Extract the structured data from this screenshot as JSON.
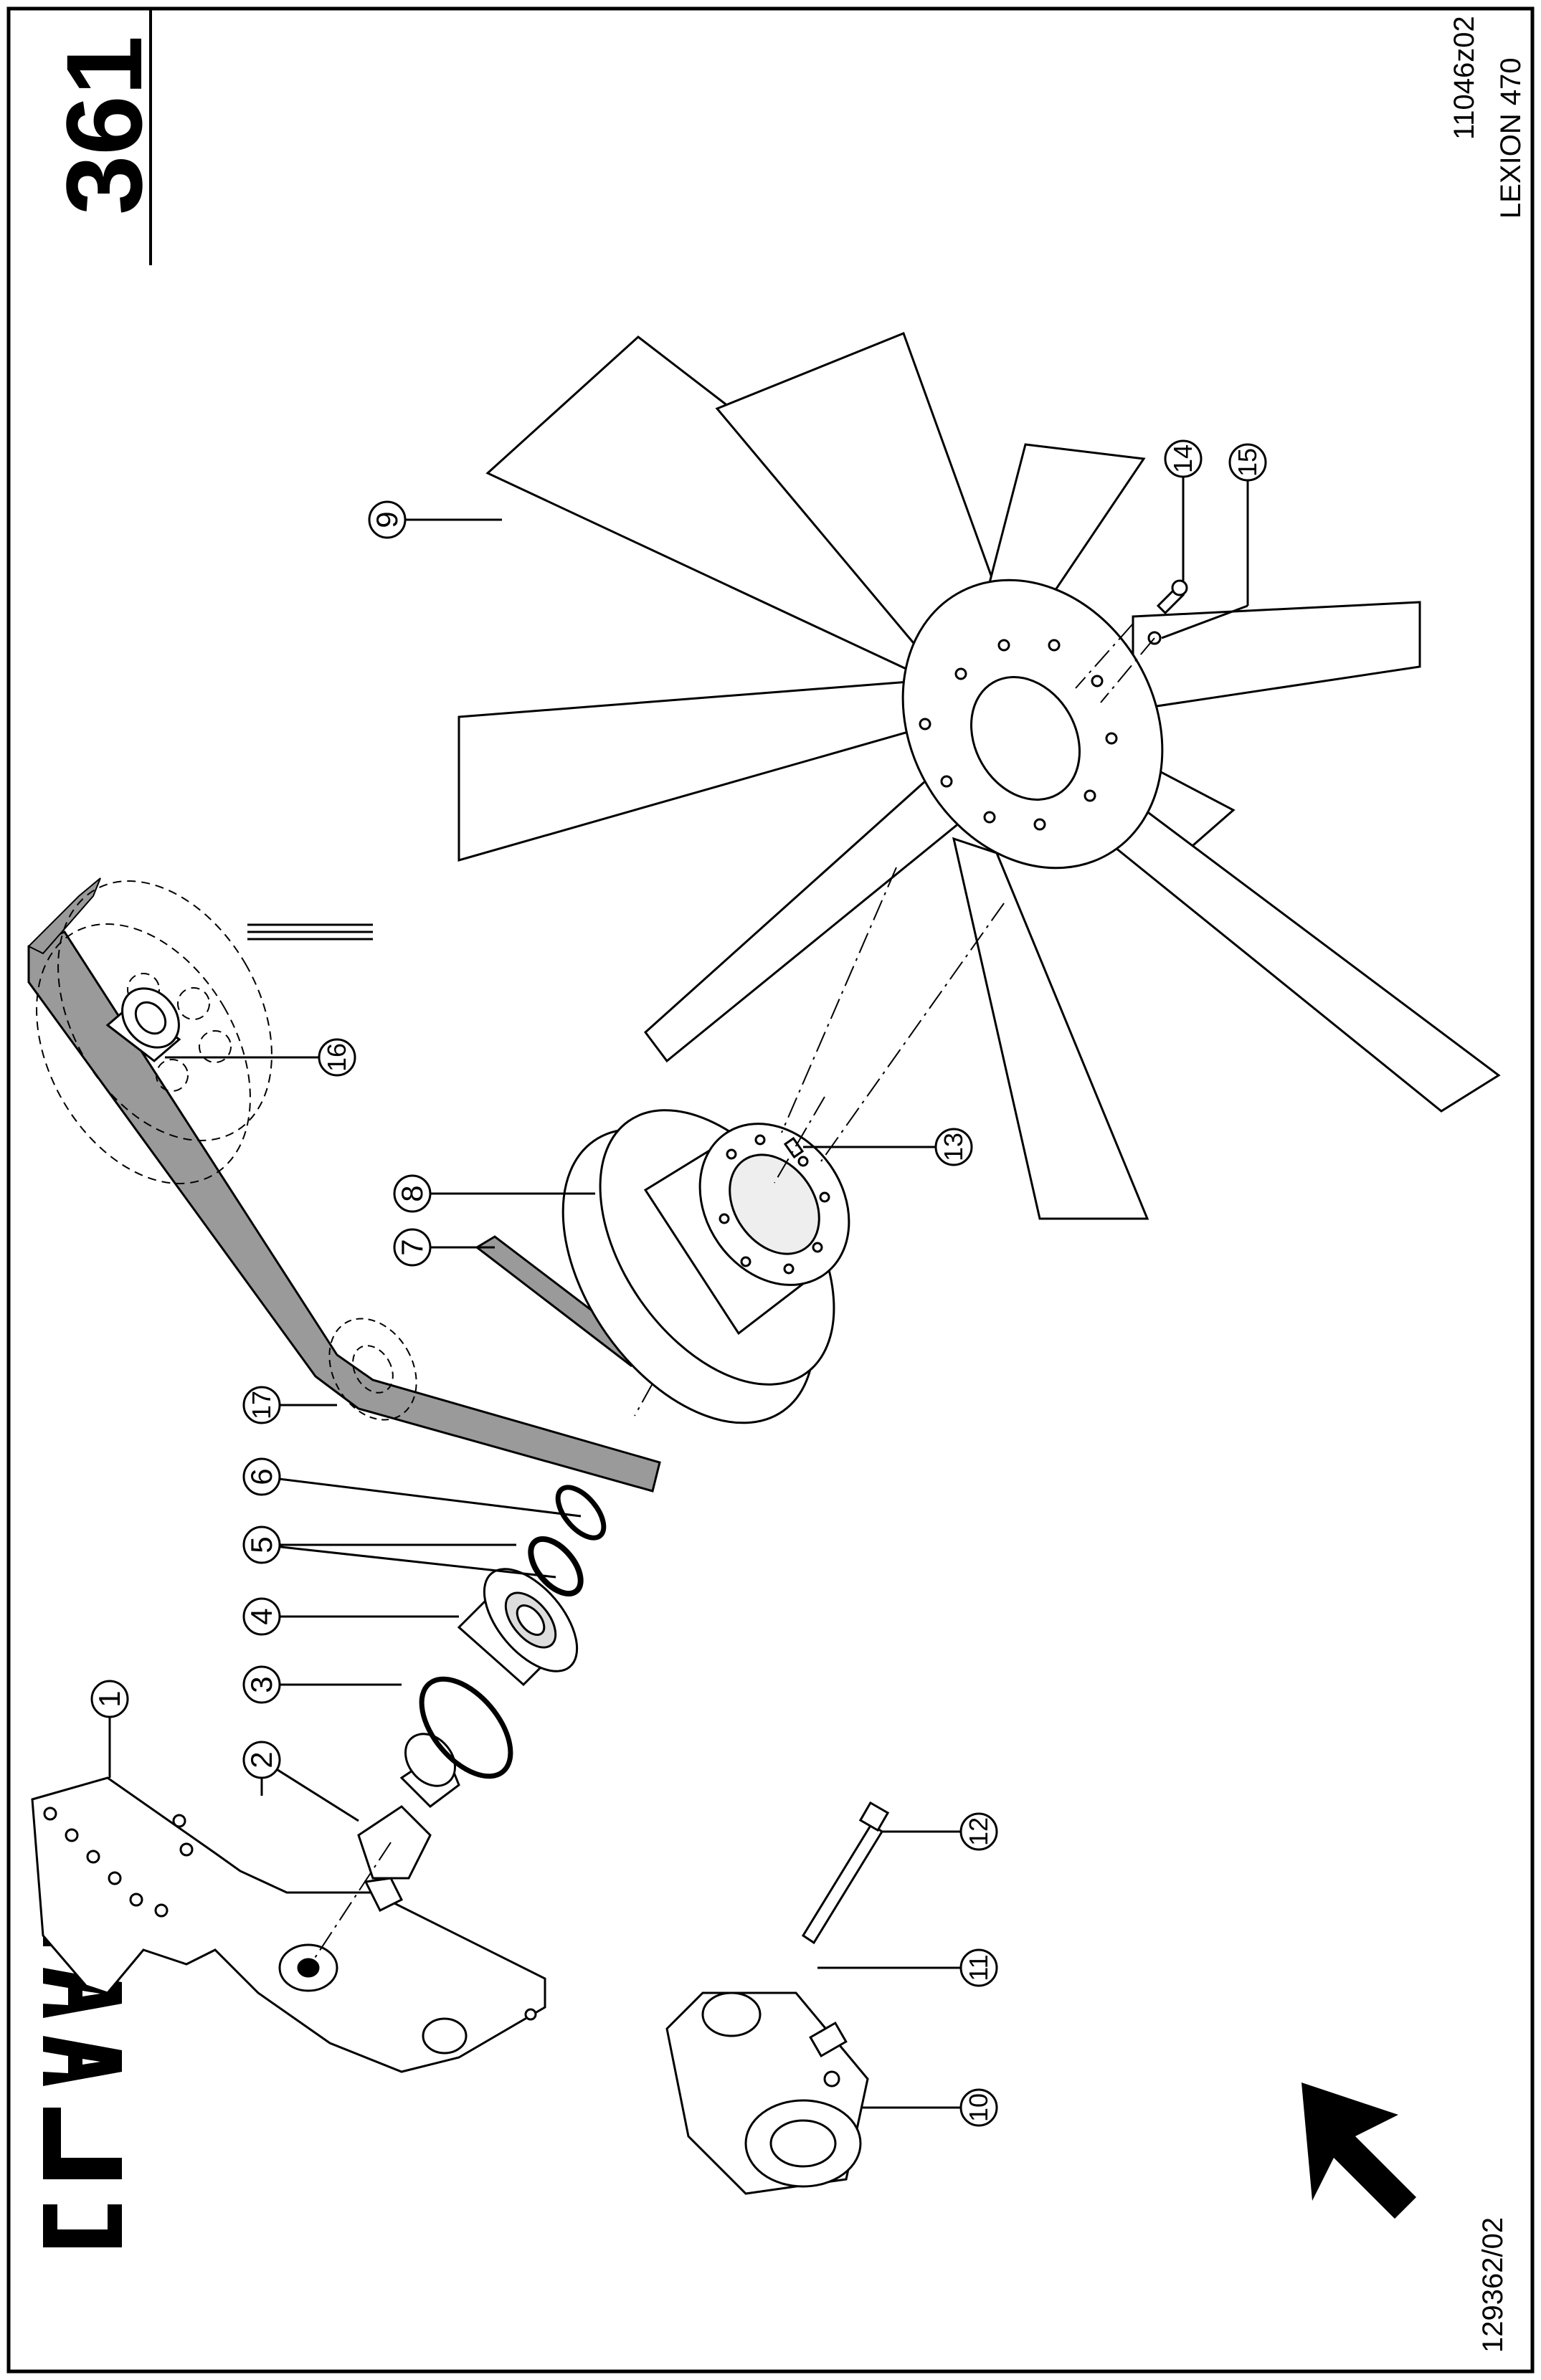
{
  "header": {
    "page_number": "361",
    "document_code": "11046z02",
    "model": "LEXION 470"
  },
  "footer": {
    "drawing_number": "129362/02"
  },
  "logo": {
    "brand": "CLAAS",
    "icon": "claas-logo-icon"
  },
  "direction_arrow": {
    "icon": "forward-direction-arrow-icon"
  },
  "callouts": [
    {
      "label": "1",
      "part": "bracket"
    },
    {
      "label": "2",
      "part": "stub-shaft"
    },
    {
      "label": "3",
      "part": "circlip-large"
    },
    {
      "label": "4",
      "part": "ball-bearing"
    },
    {
      "label": "5",
      "part": "ring"
    },
    {
      "label": "6",
      "part": "circlip-small"
    },
    {
      "label": "7",
      "part": "v-belt"
    },
    {
      "label": "8",
      "part": "pulley"
    },
    {
      "label": "9",
      "part": "fan-wheel"
    },
    {
      "label": "10",
      "part": "belt-tensioner"
    },
    {
      "label": "11",
      "part": "tensioner-mount"
    },
    {
      "label": "12",
      "part": "hex-bolt"
    },
    {
      "label": "13",
      "part": "set-screw"
    },
    {
      "label": "14",
      "part": "screw"
    },
    {
      "label": "15",
      "part": "washer"
    },
    {
      "label": "16",
      "part": "idler-roller"
    },
    {
      "label": "17",
      "part": "drive-belt"
    }
  ],
  "colors": {
    "ink": "#000000",
    "paper": "#ffffff",
    "belt_fill": "#9a9a9a"
  }
}
